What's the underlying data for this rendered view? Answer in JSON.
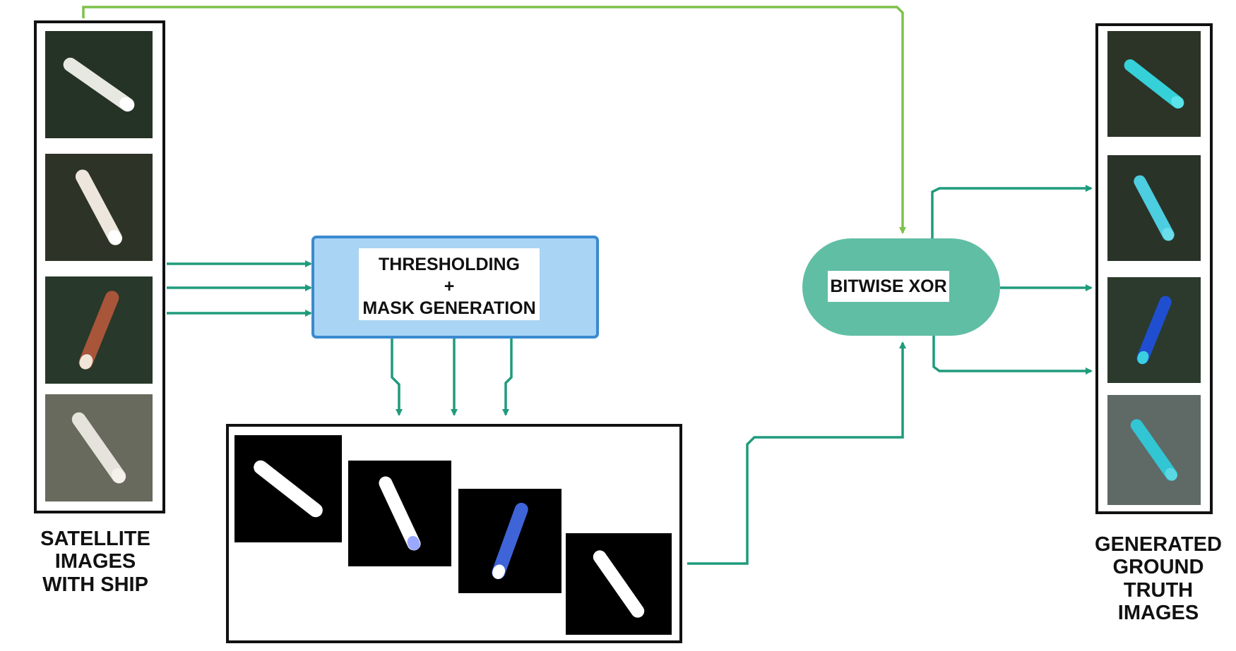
{
  "labels": {
    "satellite_line1": "SATELLITE IMAGES",
    "satellite_line2": "WITH SHIP",
    "ground_truth_line1": "GENERATED",
    "ground_truth_line2": "GROUND TRUTH",
    "ground_truth_line3": "IMAGES"
  },
  "blocks": {
    "thresholding_line1": "THRESHOLDING",
    "thresholding_line2": "+",
    "thresholding_line3": "MASK GENERATION",
    "xor": "BITWISE XOR"
  },
  "colors": {
    "arrow_teal": "#1f9b7c",
    "arrow_green": "#7ec24a",
    "thresholding_fill": "#a9d4f3",
    "thresholding_border": "#3a8ad0",
    "xor_fill": "#60bea5",
    "frame": "#111111"
  },
  "satellite_images": [
    {
      "bg": "#253326",
      "ship": "#e8e8e2",
      "tip": "#ffffff"
    },
    {
      "bg": "#2d3427",
      "ship": "#ece6dc",
      "tip": "#ffffff"
    },
    {
      "bg": "#28382a",
      "ship": "#a8553a",
      "tip": "#f0e6d8"
    },
    {
      "bg": "#676a5c",
      "ship": "#e6e2dc",
      "tip": "#f4f0ea"
    }
  ],
  "mask_images": [
    {
      "bg": "#000000",
      "ship": "#ffffff",
      "tip": "#ffffff"
    },
    {
      "bg": "#000000",
      "ship": "#ffffff",
      "tip": "#9aa8ff"
    },
    {
      "bg": "#000000",
      "ship": "#3f64d8",
      "tip": "#ffffff"
    },
    {
      "bg": "#000000",
      "ship": "#ffffff",
      "tip": "#ffffff"
    }
  ],
  "ground_truth_images": [
    {
      "bg": "#2b3426",
      "ship": "#35d0d8",
      "tip": "#5ae4ea"
    },
    {
      "bg": "#2a3328",
      "ship": "#4ccde0",
      "tip": "#6adcea"
    },
    {
      "bg": "#2b3a2c",
      "ship": "#1f4fd0",
      "tip": "#3ad0e0"
    },
    {
      "bg": "#5f6a66",
      "ship": "#32c6d4",
      "tip": "#5ad8e2"
    }
  ]
}
